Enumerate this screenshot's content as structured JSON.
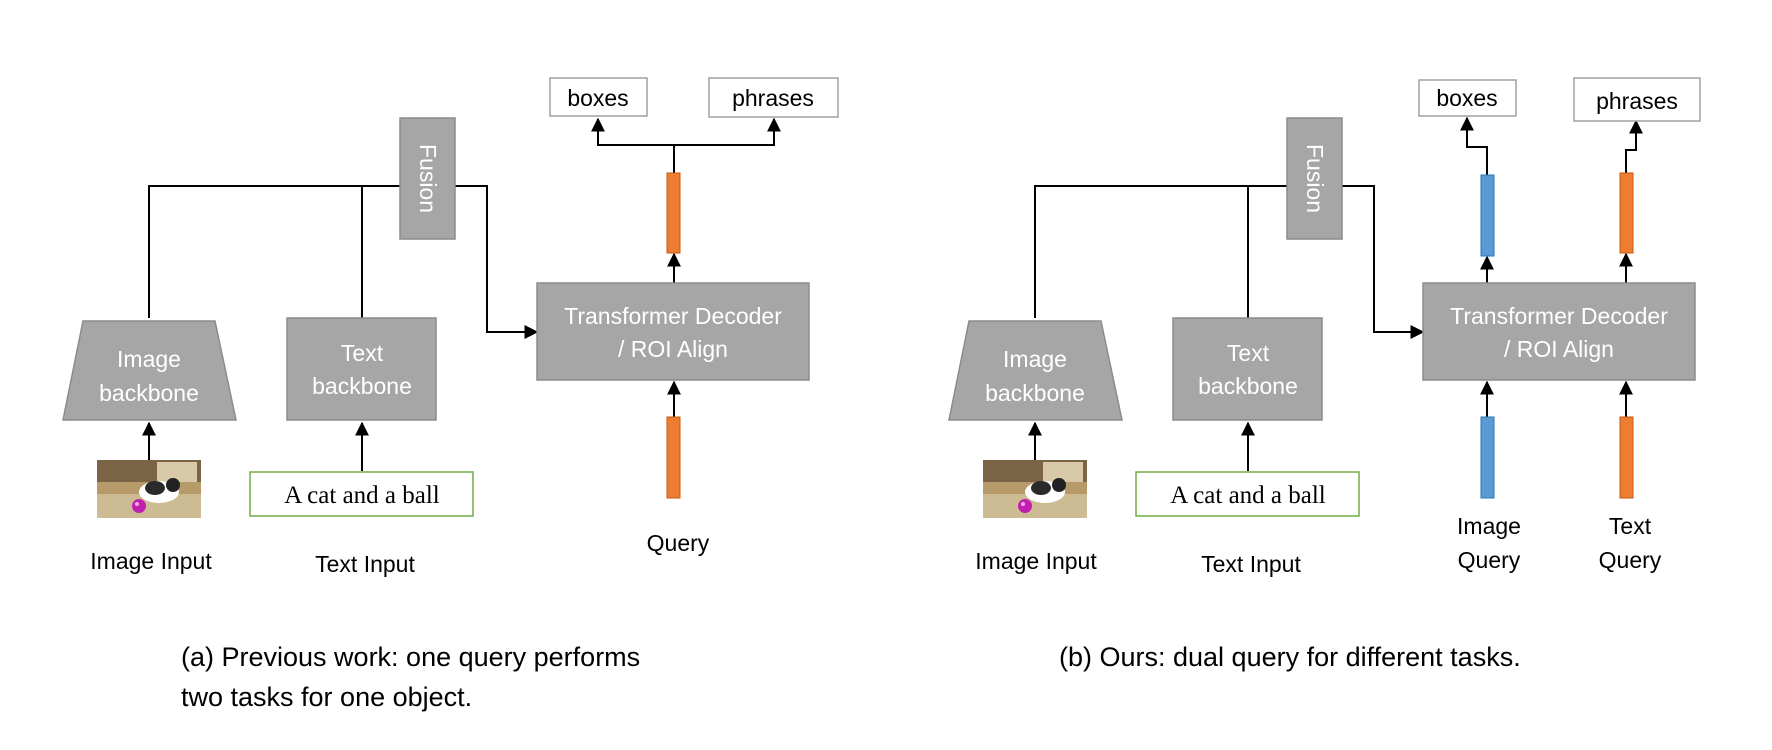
{
  "panels": [
    {
      "id": "a",
      "image_backbone": [
        "Image",
        "backbone"
      ],
      "text_backbone": [
        "Text",
        "backbone"
      ],
      "fusion": "Fusion",
      "decoder": [
        "Transformer Decoder",
        "/ ROI Align"
      ],
      "outputs": [
        "boxes",
        "phrases"
      ],
      "text_sample": "A cat and a ball",
      "labels": {
        "image_input": "Image Input",
        "text_input": "Text Input",
        "query": "Query"
      },
      "caption": [
        "(a) Previous work: one query performs",
        "two tasks for one object."
      ]
    },
    {
      "id": "b",
      "image_backbone": [
        "Image",
        "backbone"
      ],
      "text_backbone": [
        "Text",
        "backbone"
      ],
      "fusion": "Fusion",
      "decoder": [
        "Transformer Decoder",
        "/ ROI Align"
      ],
      "outputs": [
        "boxes",
        "phrases"
      ],
      "text_sample": "A cat and a ball",
      "labels": {
        "image_input": "Image Input",
        "text_input": "Text Input",
        "image_query": [
          "Image",
          "Query"
        ],
        "text_query": [
          "Text",
          "Query"
        ]
      },
      "caption": [
        "(b) Ours: dual query for different tasks."
      ]
    }
  ],
  "colors": {
    "gray_box": "#a6a6a6",
    "orange_query": "#ed7d31",
    "blue_query": "#5b9bd5",
    "text_box_border": "#70ad47"
  }
}
